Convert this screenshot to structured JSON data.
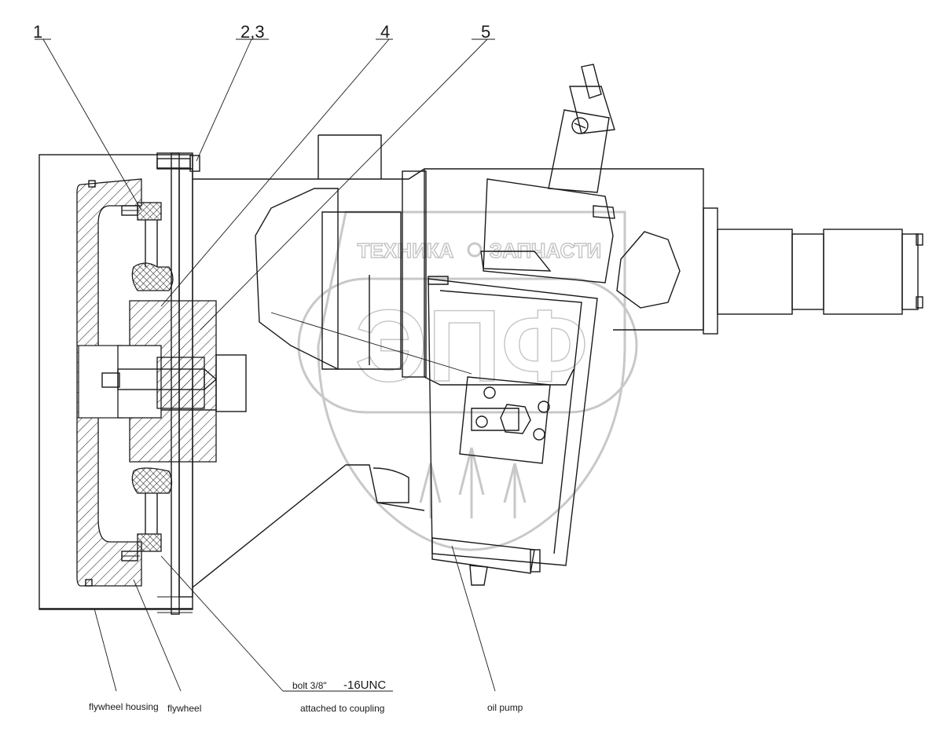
{
  "callouts": {
    "c1": "1",
    "c23": "2,3",
    "c4": "4",
    "c5": "5"
  },
  "notes": {
    "bolt_line1": "bolt 3/8\"",
    "bolt_line1b": "-16UNC",
    "bolt_line2": "attached to coupling",
    "flywheel_housing": "flywheel housing",
    "flywheel": "flywheel",
    "oil_pump": "oil pump"
  },
  "watermark": {
    "top_left": "ТЕХНИКА",
    "top_right": "ЗАПЧАСТИ",
    "logo": "ЭПФ"
  }
}
